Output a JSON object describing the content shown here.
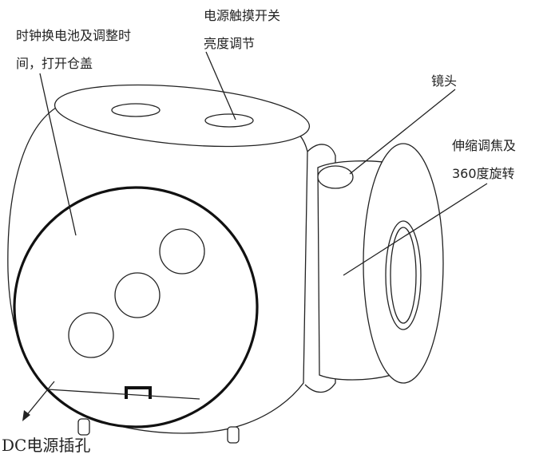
{
  "labels": {
    "battery_line1": "时钟换电池及调整时",
    "battery_line2": "间，打开仓盖",
    "power_switch": "电源触摸开关",
    "brightness": "亮度调节",
    "lens": "镜头",
    "focus_line1": "伸缩调焦及",
    "focus_line2": "360度旋转",
    "dc_jack": "DC电源插孔"
  }
}
